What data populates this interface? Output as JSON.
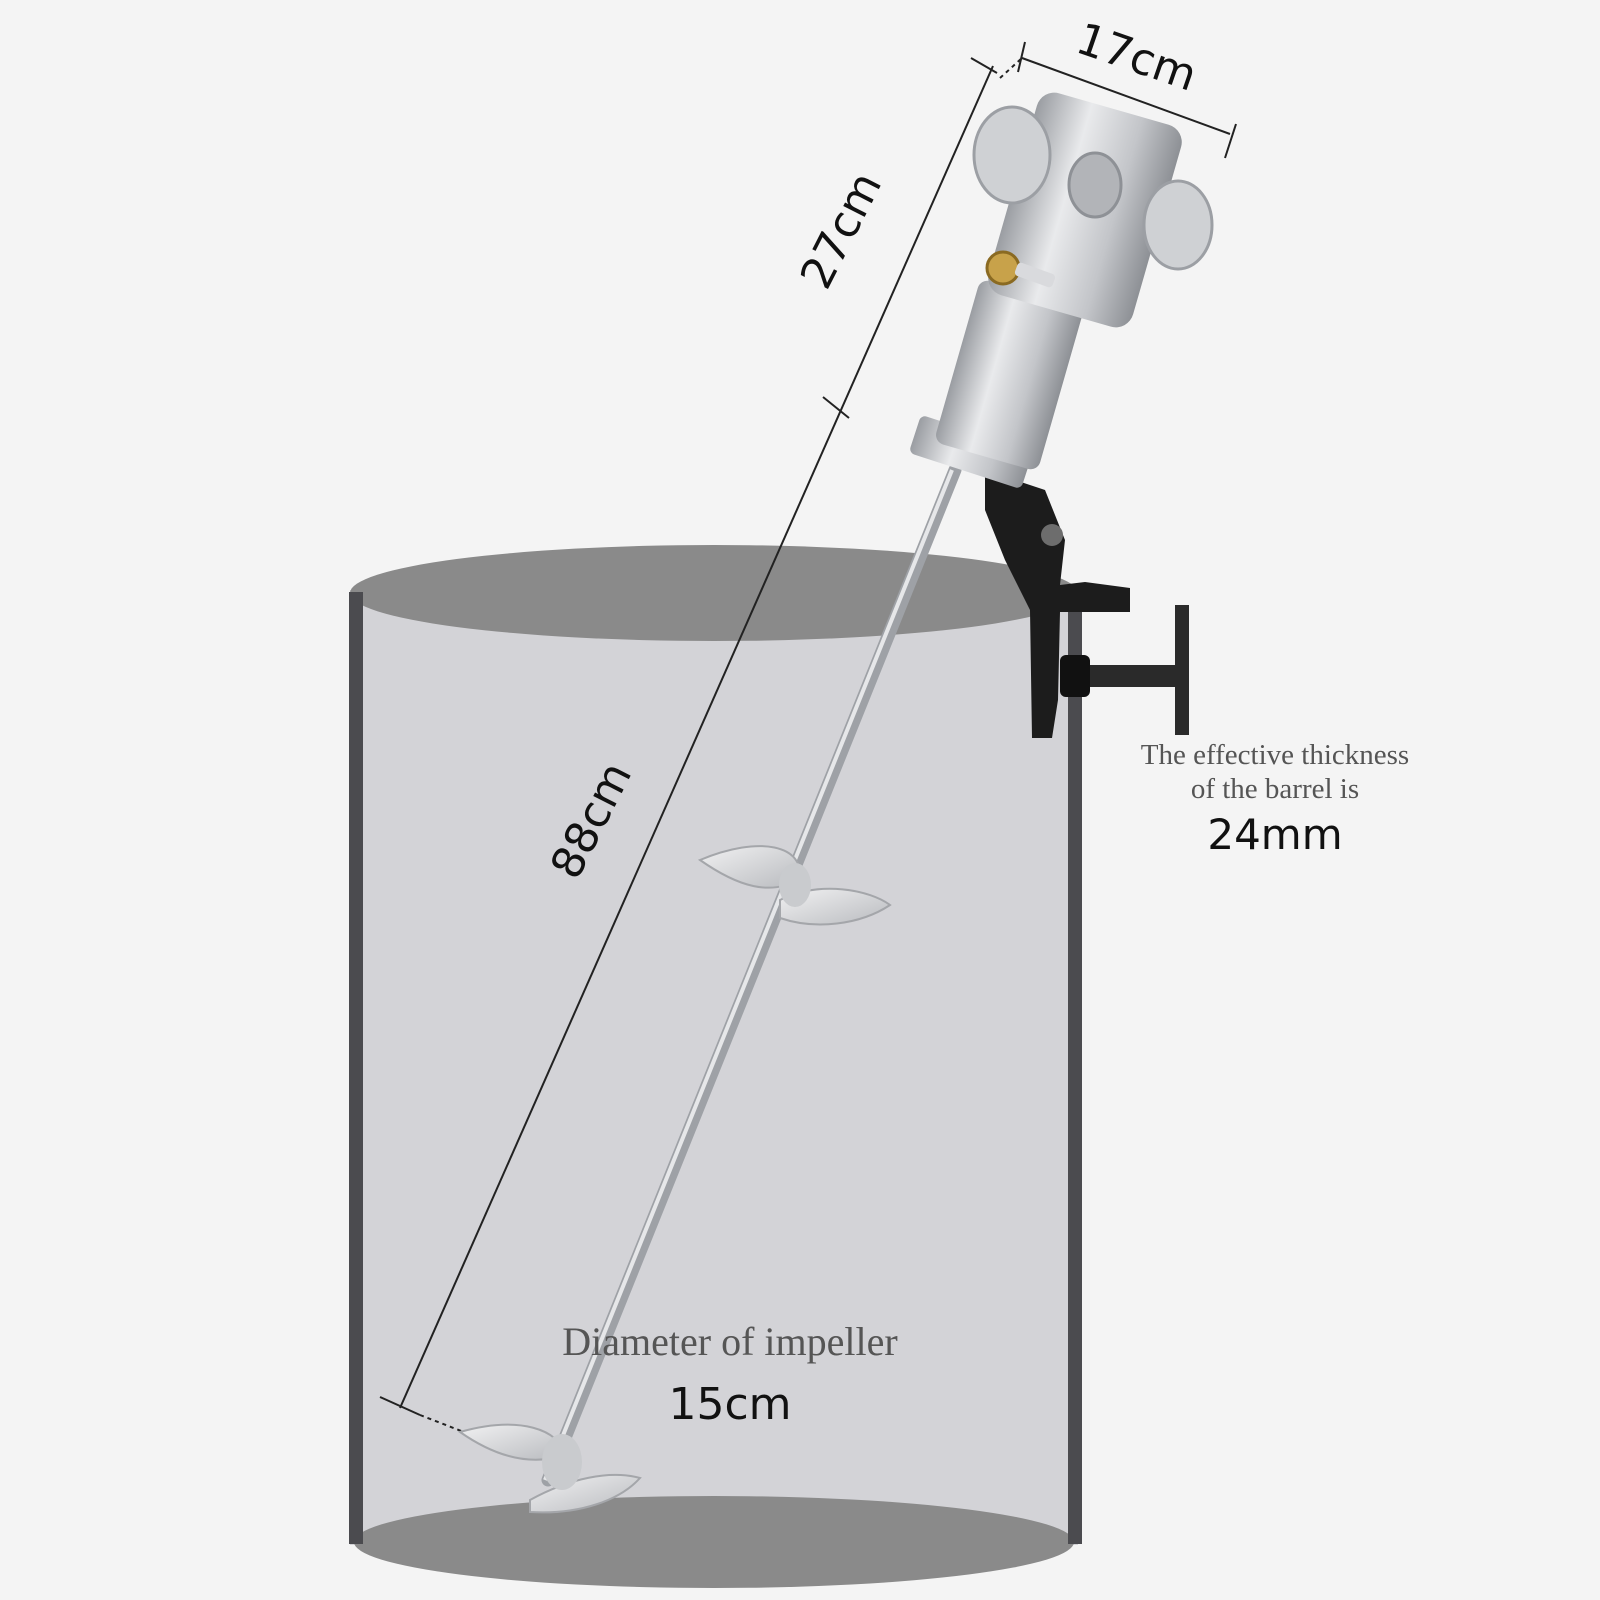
{
  "dimensions": {
    "motor_width": "17cm",
    "motor_height": "27cm",
    "shaft_length": "88cm"
  },
  "barrel_note": {
    "line1": "The effective thickness",
    "line2": "of the barrel is",
    "value": "24mm"
  },
  "impeller": {
    "caption": "Diameter of impeller",
    "value": "15cm"
  },
  "colors": {
    "background": "#f4f4f4",
    "barrel_body": "#d3d3d7",
    "barrel_ends": "#8a8a8a",
    "barrel_wall": "#4b4b4f",
    "clamp": "#1c1c1c",
    "metal": "#c4c6ca"
  }
}
